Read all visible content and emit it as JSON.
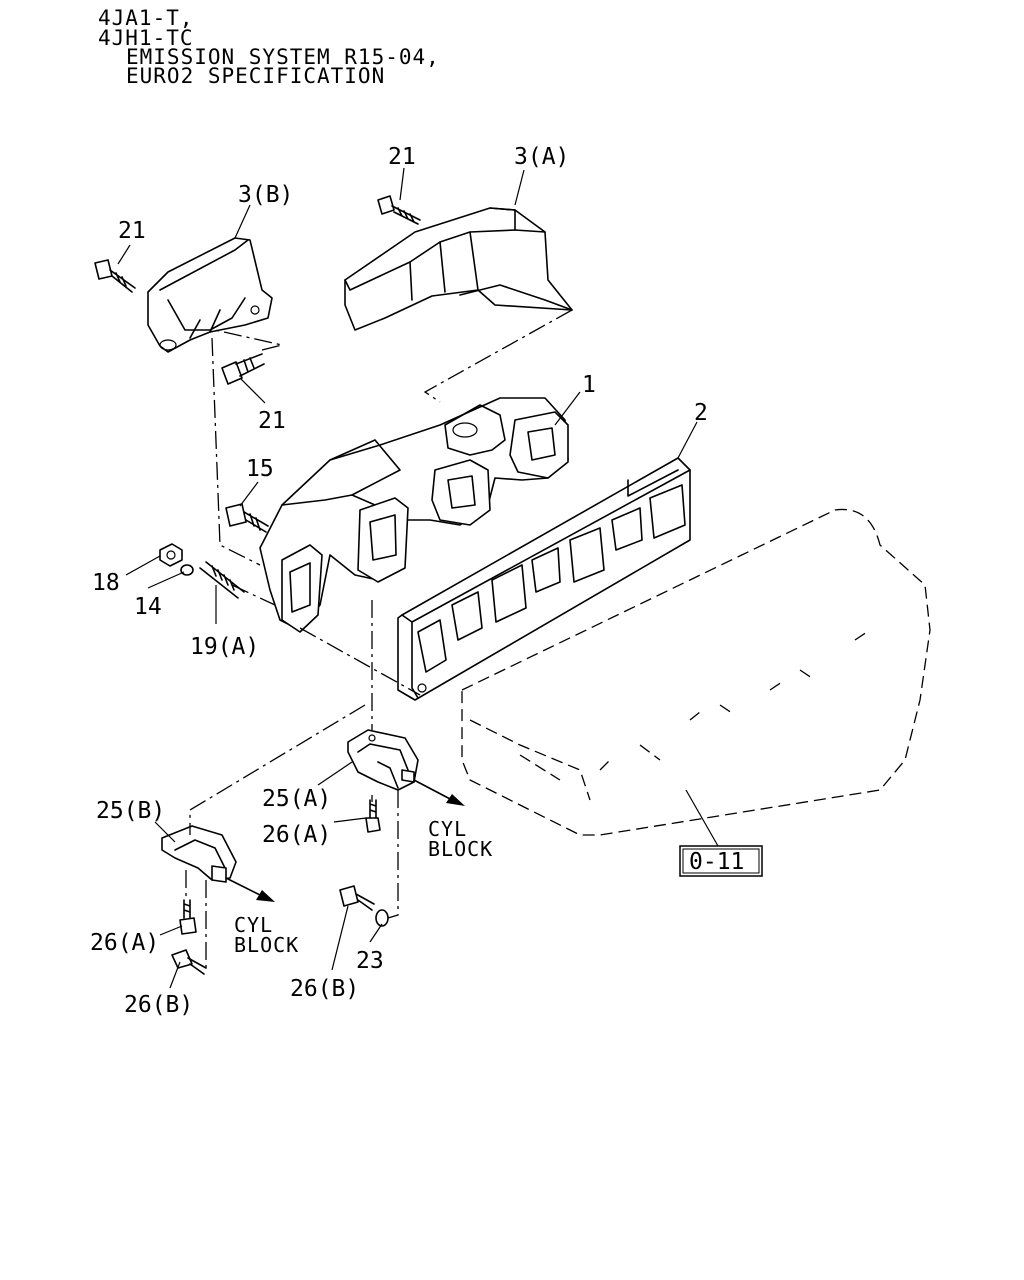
{
  "header": {
    "line1": "4JA1-T,",
    "line2": "4JH1-TC",
    "line3": "EMISSION SYSTEM R15-04,",
    "line4": "EURO2 SPECIFICATION"
  },
  "callouts": {
    "c21_top": "21",
    "c3a": "3(A)",
    "c3b": "3(B)",
    "c21_left": "21",
    "c21_mid": "21",
    "c1": "1",
    "c2": "2",
    "c15": "15",
    "c18": "18",
    "c14": "14",
    "c19a": "19(A)",
    "c25a": "25(A)",
    "c26a_mid": "26(A)",
    "c25b": "25(B)",
    "c26a_low": "26(A)",
    "c26b_low": "26(B)",
    "c26b_mid": "26(B)",
    "c23": "23"
  },
  "notes": {
    "cyl_right_1": "CYL",
    "cyl_right_2": "BLOCK",
    "cyl_left_1": "CYL",
    "cyl_left_2": "BLOCK"
  },
  "reference_box": "0-11"
}
